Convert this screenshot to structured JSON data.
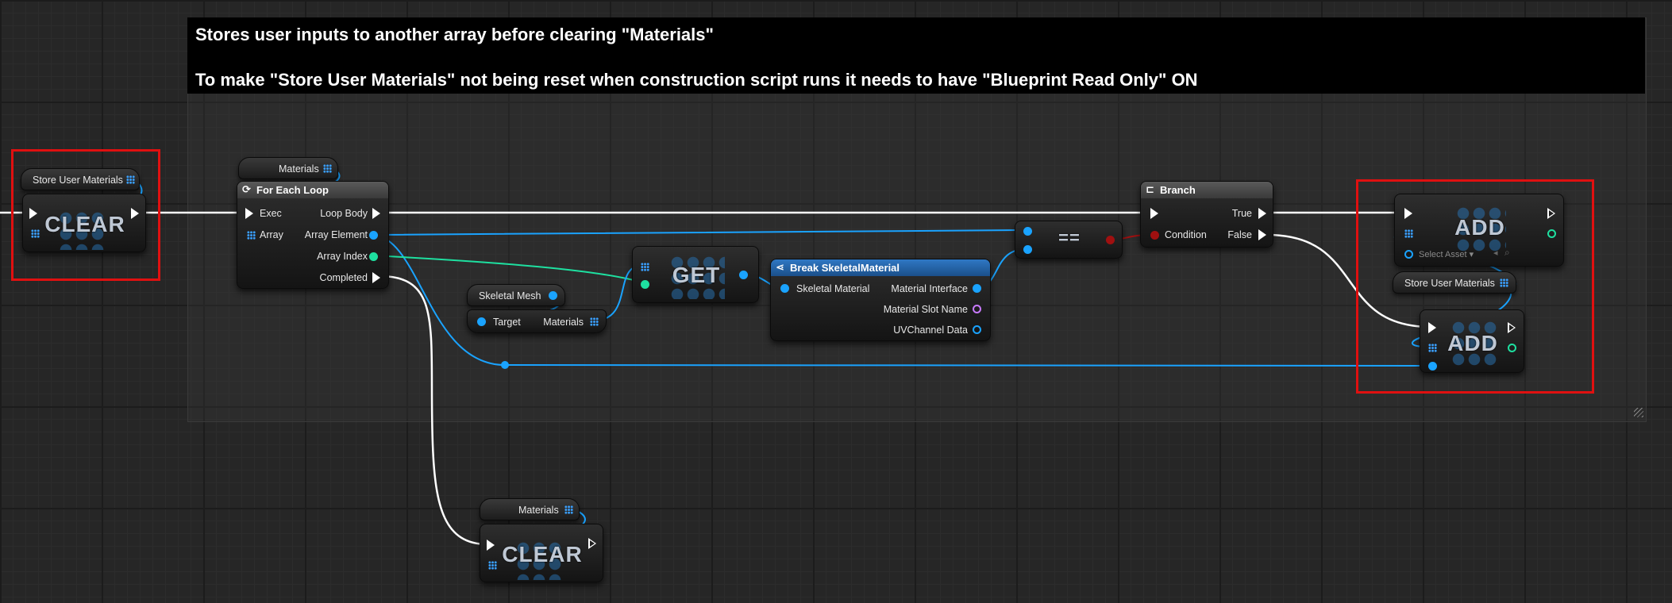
{
  "comment": {
    "line1": "Stores user inputs to another array before clearing \"Materials\"",
    "line2": "To make \"Store User Materials\" not being reset when construction script runs it needs to have \"Blueprint Read Only\" ON"
  },
  "nodes": {
    "clear_store": {
      "var_label": "Store User Materials",
      "title": "CLEAR"
    },
    "for_each": {
      "var_label": "Materials",
      "title": "For Each Loop",
      "pins": {
        "exec": "Exec",
        "array": "Array",
        "loop_body": "Loop Body",
        "array_element": "Array Element",
        "array_index": "Array Index",
        "completed": "Completed"
      }
    },
    "skeletal_mesh": {
      "var_label": "Skeletal Mesh",
      "pins": {
        "target": "Target",
        "materials": "Materials"
      }
    },
    "get": {
      "title": "GET"
    },
    "break_mat": {
      "title": "Break SkeletalMaterial",
      "pins": {
        "skeletal_material": "Skeletal Material",
        "material_interface": "Material Interface",
        "material_slot_name": "Material Slot Name",
        "uvchannel_data": "UVChannel Data"
      }
    },
    "equals": {
      "title": "=="
    },
    "branch": {
      "title": "Branch",
      "pins": {
        "condition": "Condition",
        "true": "True",
        "false": "False"
      }
    },
    "add_top": {
      "title": "ADD",
      "select_asset": "Select Asset"
    },
    "store_var2": {
      "var_label": "Store User Materials"
    },
    "add_bottom": {
      "title": "ADD"
    },
    "clear_materials": {
      "var_label": "Materials",
      "title": "CLEAR"
    }
  },
  "colors": {
    "exec": "#ffffff",
    "object": "#1aa3ff",
    "integer": "#1ee0a0",
    "boolean": "#a01010",
    "name": "#c87aff",
    "selection": "#e01010",
    "func_header": "#2b6fb8"
  }
}
